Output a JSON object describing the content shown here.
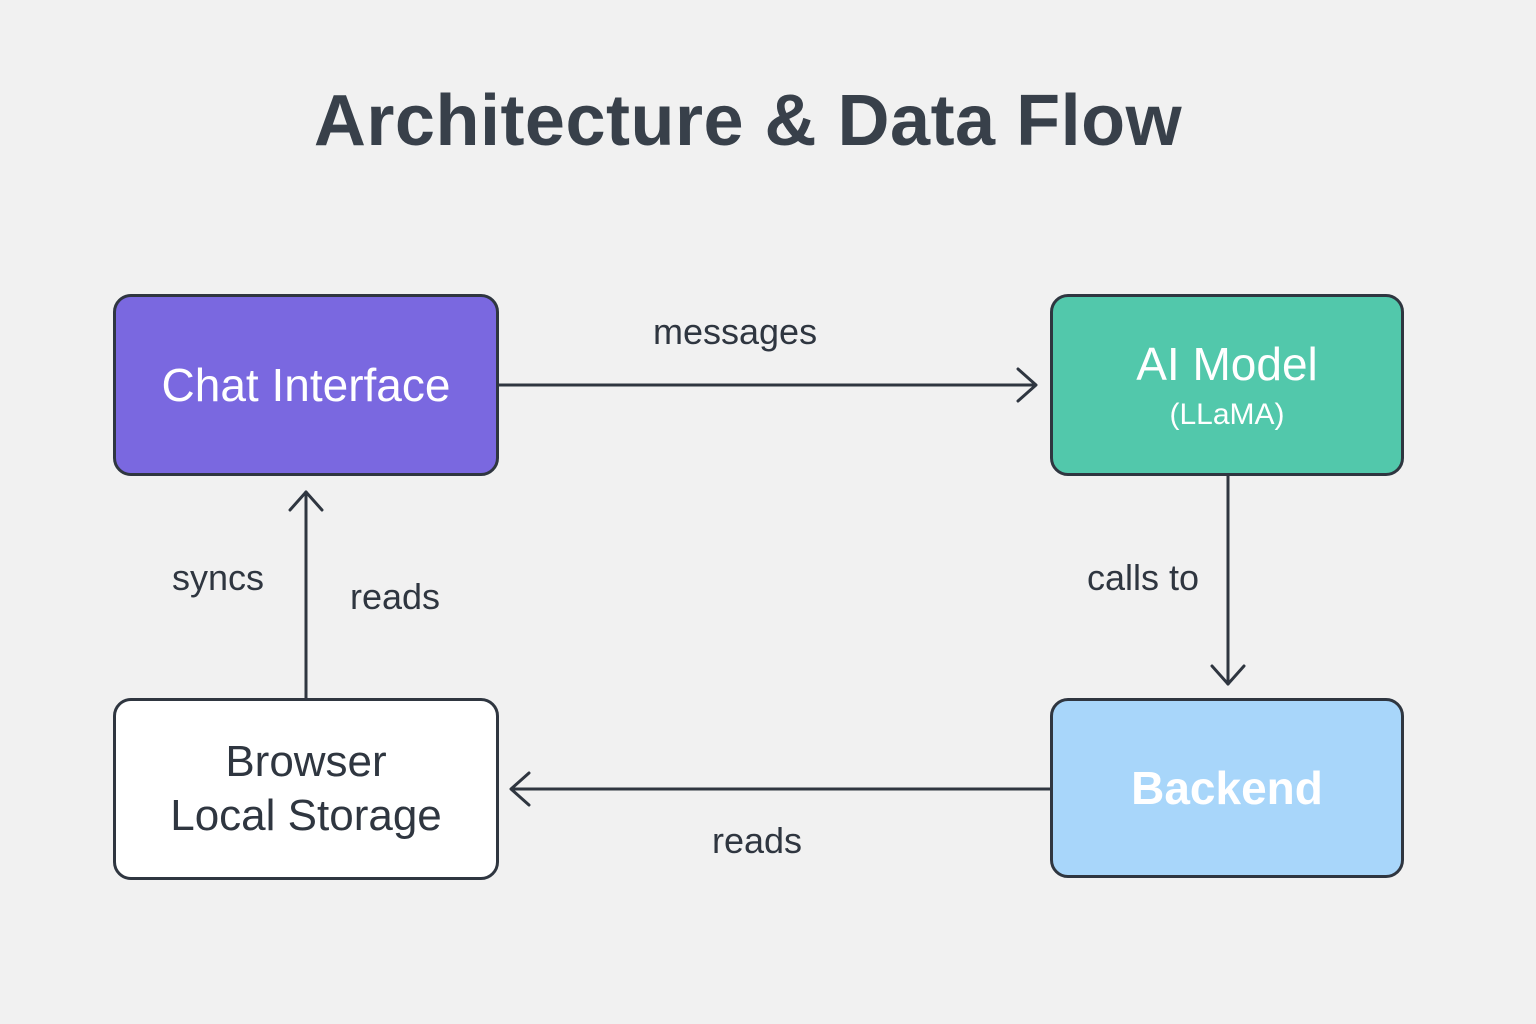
{
  "title": "Architecture & Data Flow",
  "nodes": {
    "chat_interface": {
      "label": "Chat Interface",
      "color": "#7a68e0"
    },
    "ai_model": {
      "label": "AI Model",
      "sublabel": "(LLaMA)",
      "color": "#52c8ab"
    },
    "browser_storage": {
      "line1": "Browser",
      "line2": "Local Storage",
      "color": "#ffffff"
    },
    "backend": {
      "label": "Backend",
      "color": "#a8d6fa"
    }
  },
  "edges": {
    "chat_to_model": {
      "label": "messages",
      "from": "Chat Interface",
      "to": "AI Model"
    },
    "model_to_backend": {
      "label": "calls to",
      "from": "AI Model",
      "to": "Backend"
    },
    "backend_to_storage": {
      "label": "reads",
      "from": "Backend",
      "to": "Browser Local Storage"
    },
    "storage_to_chat": {
      "label_left": "syncs",
      "label_right": "reads",
      "from": "Browser Local Storage",
      "to": "Chat Interface"
    }
  }
}
